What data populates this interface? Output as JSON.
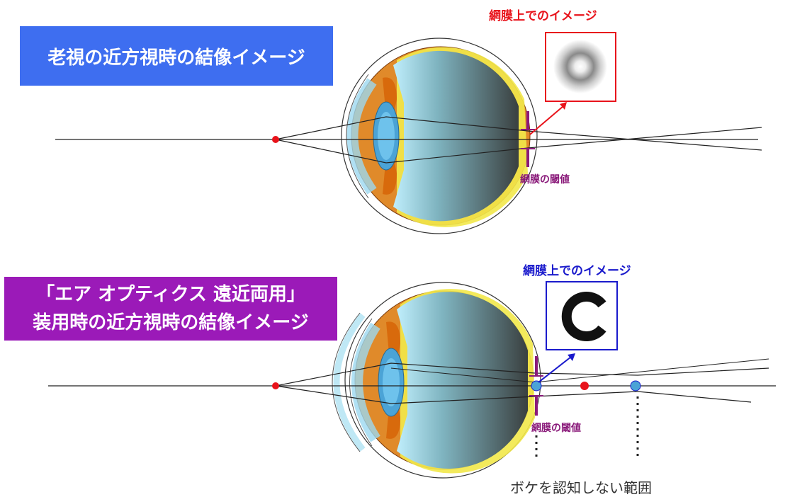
{
  "top": {
    "title": "老視の近方視時の結像イメージ",
    "image_label": "網膜上でのイメージ",
    "threshold_label": "網膜の閾値"
  },
  "bottom": {
    "title_line1": "「エア オプティクス 遠近両用」",
    "title_line2": "装用時の近方視時の結像イメージ",
    "image_label": "網膜上でのイメージ",
    "threshold_label": "網膜の閾値",
    "range_label": "ボケを認知しない範囲"
  },
  "colors": {
    "title1_bg": "#3e6ef0",
    "title2_bg": "#9b1ab8",
    "red_label": "#e8131b",
    "blue_label": "#1a1acc",
    "threshold": "#8a1a7a",
    "sclera_orange": "#d86a0c",
    "yellow_layer": "#f2e84a"
  }
}
